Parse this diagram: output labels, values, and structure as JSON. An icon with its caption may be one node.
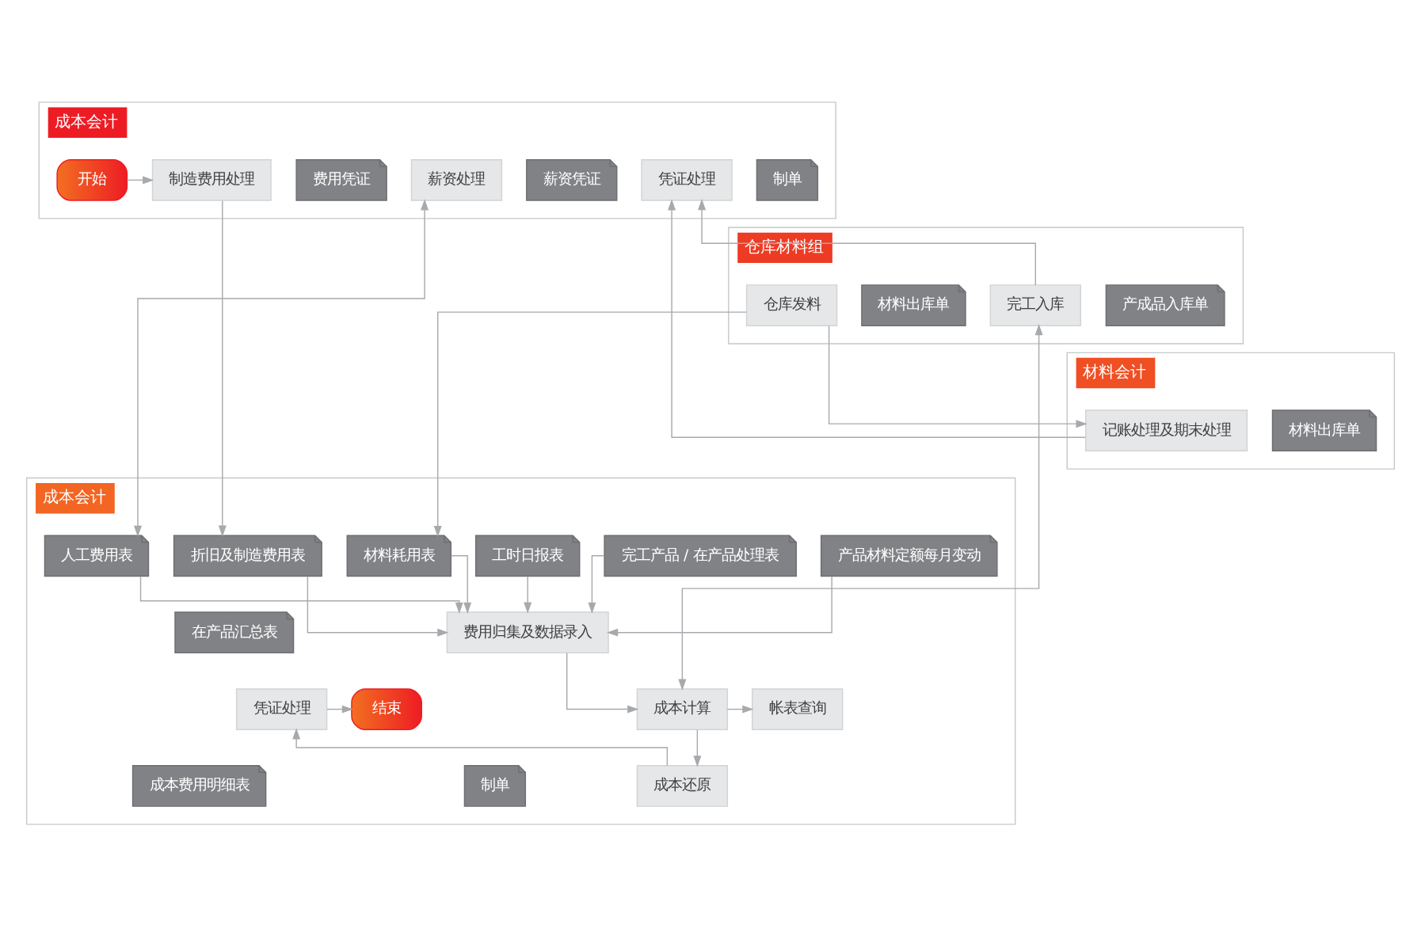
{
  "diagram": {
    "nodes": [
      {
        "text": [
          "成本会计"
        ]
      },
      {
        "text": [
          "开始"
        ],
        "in": 0
      },
      {
        "text": [
          "制造费用处理"
        ],
        "in": 0
      },
      {
        "text": [
          "费用凭证"
        ],
        "in": 0
      },
      {
        "text": [
          "薪资处理"
        ],
        "in": 0
      },
      {
        "text": [
          "薪资凭证"
        ],
        "in": 0
      },
      {
        "text": [
          "凭证处理"
        ],
        "in": 0
      },
      {
        "text": [
          "制单"
        ],
        "in": 0
      },
      {
        "text": [
          "仓库材料组"
        ]
      },
      {
        "text": [
          "仓库发料"
        ],
        "in": 8
      },
      {
        "text": [
          "材料出库单"
        ],
        "in": 8
      },
      {
        "text": [
          "完工入库"
        ],
        "in": 8
      },
      {
        "text": [
          "产成品入库单"
        ],
        "in": 8
      },
      {
        "text": [
          "材料会计"
        ]
      },
      {
        "text": [
          "记账处理及期末处理"
        ],
        "in": 13
      },
      {
        "text": [
          "材料出库单"
        ],
        "in": 13
      },
      {
        "text": [
          "成本会计"
        ]
      },
      {
        "text": [
          "折旧及制造费用表"
        ],
        "in": 16
      },
      {
        "text": [
          "人工费用表"
        ],
        "in": 16
      },
      {
        "text": [
          "材料耗用表"
        ],
        "in": 16
      },
      {
        "text": [
          "工时日报表"
        ],
        "in": 16
      },
      {
        "text": [
          "完工产品 / 在产品处理表"
        ],
        "in": 16
      },
      {
        "text": [
          "产品材料定额每月变动"
        ],
        "in": 16
      },
      {
        "text": [
          "费用归集及数据录入"
        ],
        "in": 16
      },
      {
        "text": [
          "在产品汇总表"
        ],
        "in": 16
      },
      {
        "text": [
          "帐表查询"
        ],
        "in": 16
      },
      {
        "text": [
          "成本费用明细表"
        ],
        "in": 16
      },
      {
        "text": [
          "成本计算"
        ],
        "in": 16
      },
      {
        "text": [
          "成本还原"
        ],
        "in": 16
      },
      {
        "text": [
          "凭证处理"
        ],
        "in": 16
      },
      {
        "text": [
          "制单"
        ],
        "in": 16
      },
      {
        "text": [
          "结束"
        ],
        "in": 16
      }
    ],
    "edges": [
      {
        "from": 1,
        "to": 2,
        "arrow": "to"
      },
      {
        "from": 2,
        "to": 17,
        "arrow": "to"
      },
      {
        "from": 4,
        "to": 18,
        "arrow": "both"
      },
      {
        "from": 9,
        "to": 14,
        "arrow": "to"
      },
      {
        "from": 9,
        "to": 19,
        "arrow": "to"
      },
      {
        "from": 14,
        "to": 6,
        "arrow": "to"
      },
      {
        "from": 11,
        "to": 6,
        "arrow": "to"
      },
      {
        "from": 11,
        "to": 27,
        "arrow": "both"
      },
      {
        "from": 17,
        "to": 23,
        "arrow": "to"
      },
      {
        "from": 18,
        "to": 23,
        "arrow": "to"
      },
      {
        "from": 19,
        "to": 23,
        "arrow": "to"
      },
      {
        "from": 20,
        "to": 23,
        "arrow": "to"
      },
      {
        "from": 21,
        "to": 23,
        "arrow": "to"
      },
      {
        "from": 22,
        "to": 23,
        "arrow": "to"
      },
      {
        "from": 23,
        "to": 27,
        "arrow": "to"
      },
      {
        "from": 27,
        "to": 25,
        "arrow": "to"
      },
      {
        "from": 27,
        "to": 28,
        "arrow": "to"
      },
      {
        "from": 28,
        "to": 29,
        "arrow": "to"
      },
      {
        "from": 29,
        "to": 31,
        "arrow": "to"
      }
    ]
  }
}
